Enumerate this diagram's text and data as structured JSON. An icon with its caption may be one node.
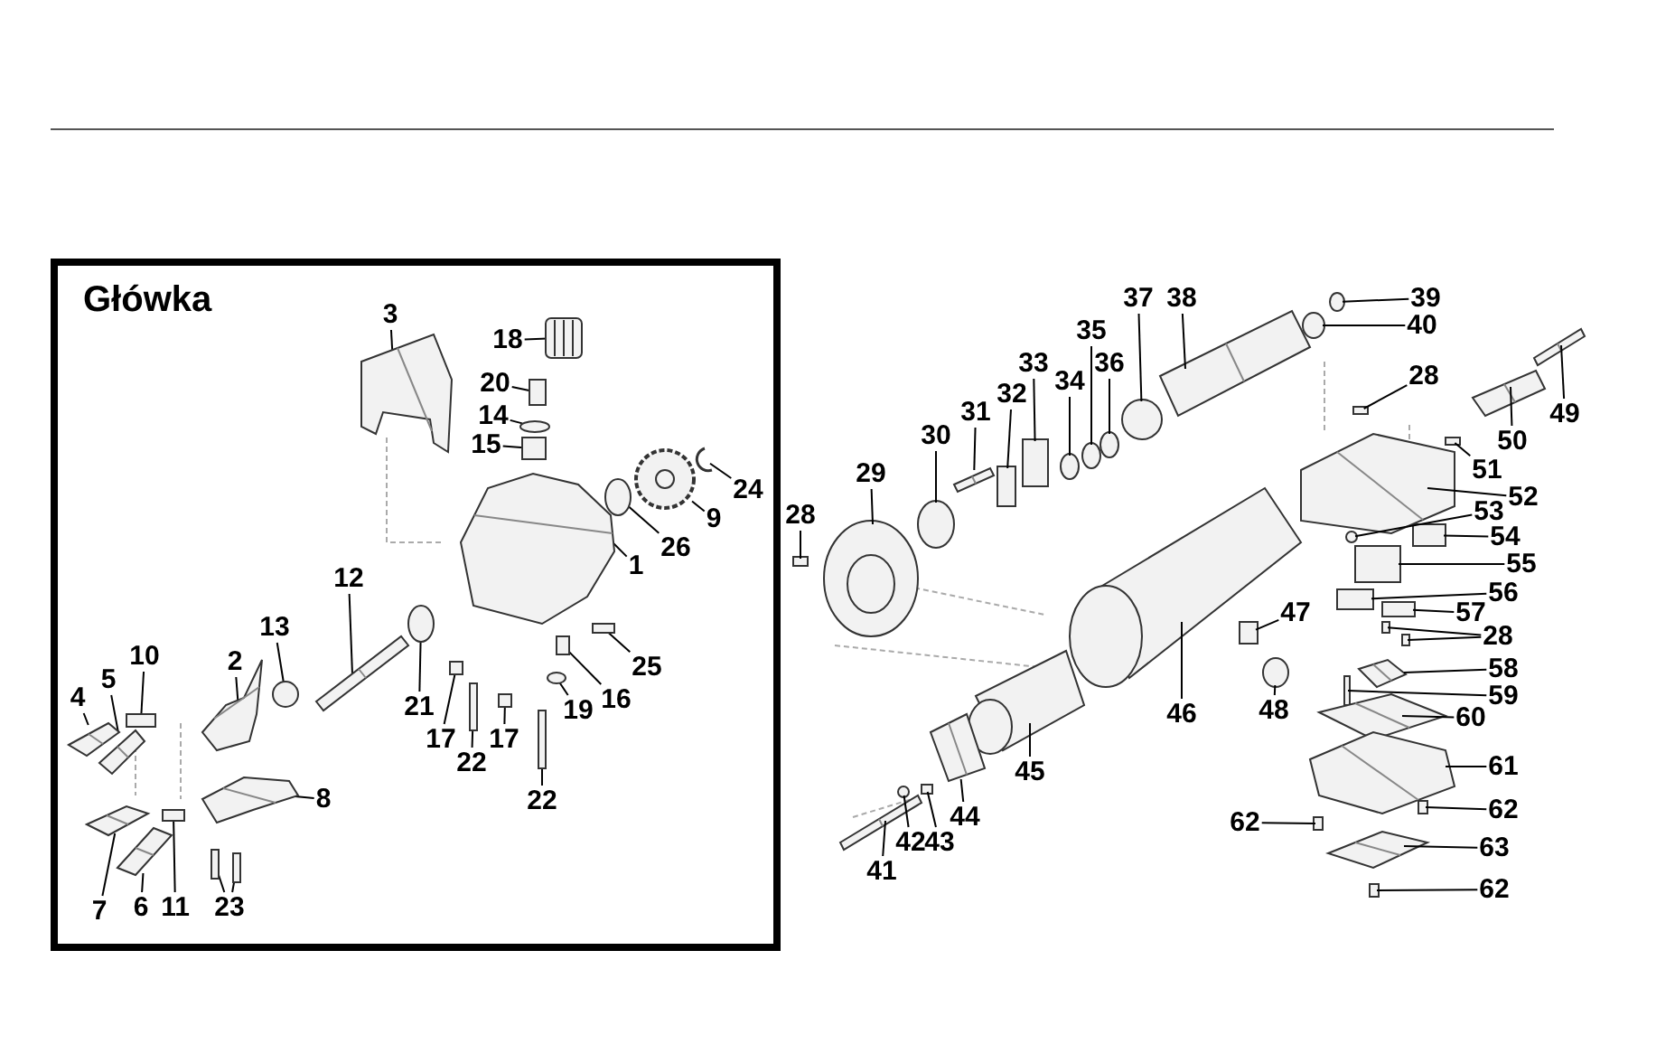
{
  "diagram": {
    "nodes": [
      {
        "text": [
          "Główka"
        ]
      },
      {
        "text": [
          "3"
        ],
        "in": 0
      },
      {
        "text": [
          "18"
        ],
        "in": 0
      },
      {
        "text": [
          "20"
        ],
        "in": 0
      },
      {
        "text": [
          "14"
        ],
        "in": 0
      },
      {
        "text": [
          "15"
        ],
        "in": 0
      },
      {
        "text": [
          "24"
        ],
        "in": 0
      },
      {
        "text": [
          "9"
        ],
        "in": 0
      },
      {
        "text": [
          "26"
        ],
        "in": 0
      },
      {
        "text": [
          "1"
        ],
        "in": 0
      },
      {
        "text": [
          "12"
        ],
        "in": 0
      },
      {
        "text": [
          "13"
        ],
        "in": 0
      },
      {
        "text": [
          "10"
        ],
        "in": 0
      },
      {
        "text": [
          "5"
        ],
        "in": 0
      },
      {
        "text": [
          "4"
        ],
        "in": 0
      },
      {
        "text": [
          "2"
        ],
        "in": 0
      },
      {
        "text": [
          "21"
        ],
        "in": 0
      },
      {
        "text": [
          "25"
        ],
        "in": 0
      },
      {
        "text": [
          "17"
        ],
        "in": 0
      },
      {
        "text": [
          "22"
        ],
        "in": 0
      },
      {
        "text": [
          "17"
        ],
        "in": 0
      },
      {
        "text": [
          "16"
        ],
        "in": 0
      },
      {
        "text": [
          "19"
        ],
        "in": 0
      },
      {
        "text": [
          "8"
        ],
        "in": 0
      },
      {
        "text": [
          "22"
        ],
        "in": 0
      },
      {
        "text": [
          "7"
        ],
        "in": 0
      },
      {
        "text": [
          "6"
        ],
        "in": 0
      },
      {
        "text": [
          "11"
        ],
        "in": 0
      },
      {
        "text": [
          "23"
        ],
        "in": 0
      },
      {
        "text": [
          "37"
        ]
      },
      {
        "text": [
          "38"
        ]
      },
      {
        "text": [
          "39"
        ]
      },
      {
        "text": [
          "40"
        ]
      },
      {
        "text": [
          "35"
        ]
      },
      {
        "text": [
          "33"
        ]
      },
      {
        "text": [
          "36"
        ]
      },
      {
        "text": [
          "34"
        ]
      },
      {
        "text": [
          "32"
        ]
      },
      {
        "text": [
          "31"
        ]
      },
      {
        "text": [
          "30"
        ]
      },
      {
        "text": [
          "28"
        ]
      },
      {
        "text": [
          "29"
        ]
      },
      {
        "text": [
          "28"
        ]
      },
      {
        "text": [
          "49"
        ]
      },
      {
        "text": [
          "50"
        ]
      },
      {
        "text": [
          "51"
        ]
      },
      {
        "text": [
          "52"
        ]
      },
      {
        "text": [
          "53"
        ]
      },
      {
        "text": [
          "54"
        ]
      },
      {
        "text": [
          "55"
        ]
      },
      {
        "text": [
          "56"
        ]
      },
      {
        "text": [
          "57"
        ]
      },
      {
        "text": [
          "47"
        ]
      },
      {
        "text": [
          "28"
        ]
      },
      {
        "text": [
          "58"
        ]
      },
      {
        "text": [
          "59"
        ]
      },
      {
        "text": [
          "48"
        ]
      },
      {
        "text": [
          "60"
        ]
      },
      {
        "text": [
          "46"
        ]
      },
      {
        "text": [
          "45"
        ]
      },
      {
        "text": [
          "61"
        ]
      },
      {
        "text": [
          "44"
        ]
      },
      {
        "text": [
          "62"
        ]
      },
      {
        "text": [
          "42"
        ]
      },
      {
        "text": [
          "43"
        ]
      },
      {
        "text": [
          "62"
        ]
      },
      {
        "text": [
          "63"
        ]
      },
      {
        "text": [
          "41"
        ]
      },
      {
        "text": [
          "62"
        ]
      },
      {
        "text": [],
        "shape": "picture",
        "in": 0
      },
      {
        "text": [],
        "shape": "picture",
        "in": 0
      },
      {
        "text": [],
        "shape": "box",
        "in": 0
      },
      {
        "text": [],
        "shape": "circle",
        "in": 0
      },
      {
        "text": [],
        "shape": "box",
        "in": 0
      },
      {
        "text": [],
        "shape": "picture",
        "in": 0
      },
      {
        "text": [],
        "shape": "picture",
        "in": 0
      },
      {
        "text": [],
        "shape": "circle",
        "in": 0
      },
      {
        "text": [],
        "shape": "picture",
        "in": 0
      },
      {
        "text": [],
        "shape": "picture",
        "in": 0
      },
      {
        "text": [],
        "shape": "circle",
        "in": 0
      },
      {
        "text": [],
        "shape": "box",
        "in": 0
      },
      {
        "text": [],
        "shape": "picture",
        "in": 0
      },
      {
        "text": [],
        "shape": "picture",
        "in": 0
      },
      {
        "text": [],
        "shape": "picture",
        "in": 0
      },
      {
        "text": [],
        "shape": "circle",
        "in": 0
      },
      {
        "text": [],
        "shape": "box",
        "in": 0
      },
      {
        "text": [],
        "shape": "box",
        "in": 0
      },
      {
        "text": [],
        "shape": "box",
        "in": 0
      },
      {
        "text": [],
        "shape": "box",
        "in": 0
      },
      {
        "text": [],
        "shape": "box",
        "in": 0
      },
      {
        "text": [],
        "shape": "circle",
        "in": 0
      },
      {
        "text": [],
        "shape": "picture",
        "in": 0
      },
      {
        "text": [],
        "shape": "box",
        "in": 0
      },
      {
        "text": [],
        "shape": "picture",
        "in": 0
      },
      {
        "text": [],
        "shape": "picture",
        "in": 0
      },
      {
        "text": [],
        "shape": "box",
        "in": 0
      },
      {
        "text": [],
        "shape": "box",
        "in": 0
      },
      {
        "text": [],
        "shape": "box",
        "in": 0
      },
      {
        "text": [],
        "shape": "circle"
      },
      {
        "text": [],
        "shape": "picture"
      },
      {
        "text": [],
        "shape": "circle"
      },
      {
        "text": [],
        "shape": "circle"
      },
      {
        "text": [],
        "shape": "circle"
      },
      {
        "text": [],
        "shape": "box"
      },
      {
        "text": [],
        "shape": "circle"
      },
      {
        "text": [],
        "shape": "circle"
      },
      {
        "text": [],
        "shape": "box"
      },
      {
        "text": [],
        "shape": "picture"
      },
      {
        "text": [],
        "shape": "circle"
      },
      {
        "text": [],
        "shape": "box"
      },
      {
        "text": [],
        "shape": "picture"
      },
      {
        "text": [],
        "shape": "box"
      },
      {
        "text": [],
        "shape": "picture"
      },
      {
        "text": [],
        "shape": "picture"
      },
      {
        "text": [],
        "shape": "box"
      },
      {
        "text": [],
        "shape": "picture"
      },
      {
        "text": [],
        "shape": "circle"
      },
      {
        "text": [],
        "shape": "box"
      },
      {
        "text": [],
        "shape": "box"
      },
      {
        "text": [],
        "shape": "box"
      },
      {
        "text": [],
        "shape": "box"
      },
      {
        "text": [],
        "shape": "box"
      },
      {
        "text": [],
        "shape": "box"
      },
      {
        "text": [],
        "shape": "box"
      },
      {
        "text": [],
        "shape": "picture"
      },
      {
        "text": [],
        "shape": "box"
      },
      {
        "text": [],
        "shape": "circle"
      },
      {
        "text": [],
        "shape": "picture"
      },
      {
        "text": [],
        "shape": "picture"
      },
      {
        "text": [],
        "shape": "picture"
      },
      {
        "text": [],
        "shape": "picture"
      },
      {
        "text": [],
        "shape": "picture"
      },
      {
        "text": [],
        "shape": "box"
      },
      {
        "text": [],
        "shape": "circle"
      },
      {
        "text": [],
        "shape": "box"
      },
      {
        "text": [],
        "shape": "box"
      },
      {
        "text": [],
        "shape": "picture"
      },
      {
        "text": [],
        "shape": "picture"
      },
      {
        "text": [],
        "shape": "box"
      }
    ],
    "edges": [
      {
        "from": 1,
        "to": 69,
        "arrow": "none"
      },
      {
        "from": 2,
        "to": 70,
        "arrow": "none"
      },
      {
        "from": 3,
        "to": 71,
        "arrow": "none"
      },
      {
        "from": 4,
        "to": 72,
        "arrow": "none"
      },
      {
        "from": 5,
        "to": 73,
        "arrow": "none"
      },
      {
        "from": 6,
        "to": 74,
        "arrow": "none"
      },
      {
        "from": 7,
        "to": 75,
        "arrow": "none"
      },
      {
        "from": 8,
        "to": 76,
        "arrow": "none"
      },
      {
        "from": 9,
        "to": 77,
        "arrow": "none"
      },
      {
        "from": 10,
        "to": 78,
        "arrow": "none"
      },
      {
        "from": 11,
        "to": 79,
        "arrow": "none"
      },
      {
        "from": 12,
        "to": 80,
        "arrow": "none"
      },
      {
        "from": 13,
        "to": 81,
        "arrow": "none"
      },
      {
        "from": 14,
        "to": 82,
        "arrow": "none"
      },
      {
        "from": 15,
        "to": 83,
        "arrow": "none"
      },
      {
        "from": 16,
        "to": 84,
        "arrow": "none"
      },
      {
        "from": 17,
        "to": 85,
        "arrow": "none"
      },
      {
        "from": 18,
        "to": 86,
        "arrow": "none"
      },
      {
        "from": 19,
        "to": 87,
        "arrow": "none"
      },
      {
        "from": 20,
        "to": 88,
        "arrow": "none"
      },
      {
        "from": 21,
        "to": 89,
        "arrow": "none"
      },
      {
        "from": 22,
        "to": 90,
        "arrow": "none"
      },
      {
        "from": 23,
        "to": 91,
        "arrow": "none"
      },
      {
        "from": 24,
        "to": 92,
        "arrow": "none"
      },
      {
        "from": 25,
        "to": 93,
        "arrow": "none"
      },
      {
        "from": 26,
        "to": 94,
        "arrow": "none"
      },
      {
        "from": 27,
        "to": 95,
        "arrow": "none"
      },
      {
        "from": 28,
        "to": 96,
        "arrow": "none"
      },
      {
        "from": 28,
        "to": 97,
        "arrow": "none"
      },
      {
        "from": 29,
        "to": 98,
        "arrow": "none"
      },
      {
        "from": 30,
        "to": 99,
        "arrow": "none"
      },
      {
        "from": 31,
        "to": 100,
        "arrow": "none"
      },
      {
        "from": 32,
        "to": 101,
        "arrow": "none"
      },
      {
        "from": 33,
        "to": 102,
        "arrow": "none"
      },
      {
        "from": 34,
        "to": 103,
        "arrow": "none"
      },
      {
        "from": 35,
        "to": 104,
        "arrow": "none"
      },
      {
        "from": 36,
        "to": 105,
        "arrow": "none"
      },
      {
        "from": 37,
        "to": 106,
        "arrow": "none"
      },
      {
        "from": 38,
        "to": 107,
        "arrow": "none"
      },
      {
        "from": 39,
        "to": 108,
        "arrow": "none"
      },
      {
        "from": 40,
        "to": 109,
        "arrow": "none"
      },
      {
        "from": 41,
        "to": 110,
        "arrow": "none"
      },
      {
        "from": 42,
        "to": 111,
        "arrow": "none"
      },
      {
        "from": 43,
        "to": 112,
        "arrow": "none"
      },
      {
        "from": 44,
        "to": 113,
        "arrow": "none"
      },
      {
        "from": 45,
        "to": 114,
        "arrow": "none"
      },
      {
        "from": 46,
        "to": 115,
        "arrow": "none"
      },
      {
        "from": 47,
        "to": 116,
        "arrow": "none"
      },
      {
        "from": 48,
        "to": 117,
        "arrow": "none"
      },
      {
        "from": 49,
        "to": 118,
        "arrow": "none"
      },
      {
        "from": 50,
        "to": 119,
        "arrow": "none"
      },
      {
        "from": 51,
        "to": 120,
        "arrow": "none"
      },
      {
        "from": 52,
        "to": 121,
        "arrow": "none"
      },
      {
        "from": 53,
        "to": 122,
        "arrow": "none"
      },
      {
        "from": 53,
        "to": 123,
        "arrow": "none"
      },
      {
        "from": 54,
        "to": 124,
        "arrow": "none"
      },
      {
        "from": 55,
        "to": 125,
        "arrow": "none"
      },
      {
        "from": 56,
        "to": 126,
        "arrow": "none"
      },
      {
        "from": 57,
        "to": 127,
        "arrow": "none"
      },
      {
        "from": 58,
        "to": 128,
        "arrow": "none"
      },
      {
        "from": 59,
        "to": 129,
        "arrow": "none"
      },
      {
        "from": 60,
        "to": 130,
        "arrow": "none"
      },
      {
        "from": 61,
        "to": 131,
        "arrow": "none"
      },
      {
        "from": 62,
        "to": 132,
        "arrow": "none"
      },
      {
        "from": 63,
        "to": 133,
        "arrow": "none"
      },
      {
        "from": 64,
        "to": 134,
        "arrow": "none"
      },
      {
        "from": 65,
        "to": 135,
        "arrow": "none"
      },
      {
        "from": 66,
        "to": 136,
        "arrow": "none"
      },
      {
        "from": 67,
        "to": 137,
        "arrow": "none"
      },
      {
        "from": 68,
        "to": 138,
        "arrow": "none"
      }
    ]
  }
}
